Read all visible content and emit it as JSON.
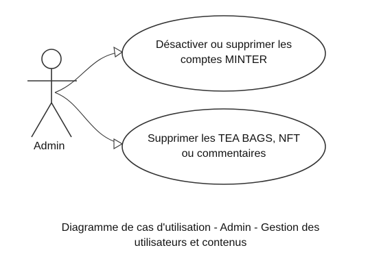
{
  "actor": {
    "name": "Admin"
  },
  "use_cases": [
    {
      "line1": "Désactiver ou supprimer les",
      "line2": "comptes MINTER"
    },
    {
      "line1": "Supprimer les TEA BAGS, NFT",
      "line2": "ou commentaires"
    }
  ],
  "caption": {
    "line1": "Diagramme de cas d'utilisation - Admin - Gestion des",
    "line2": "utilisateurs et contenus"
  },
  "colors": {
    "stroke": "#333333",
    "fill": "#ffffff",
    "text": "#111111"
  }
}
